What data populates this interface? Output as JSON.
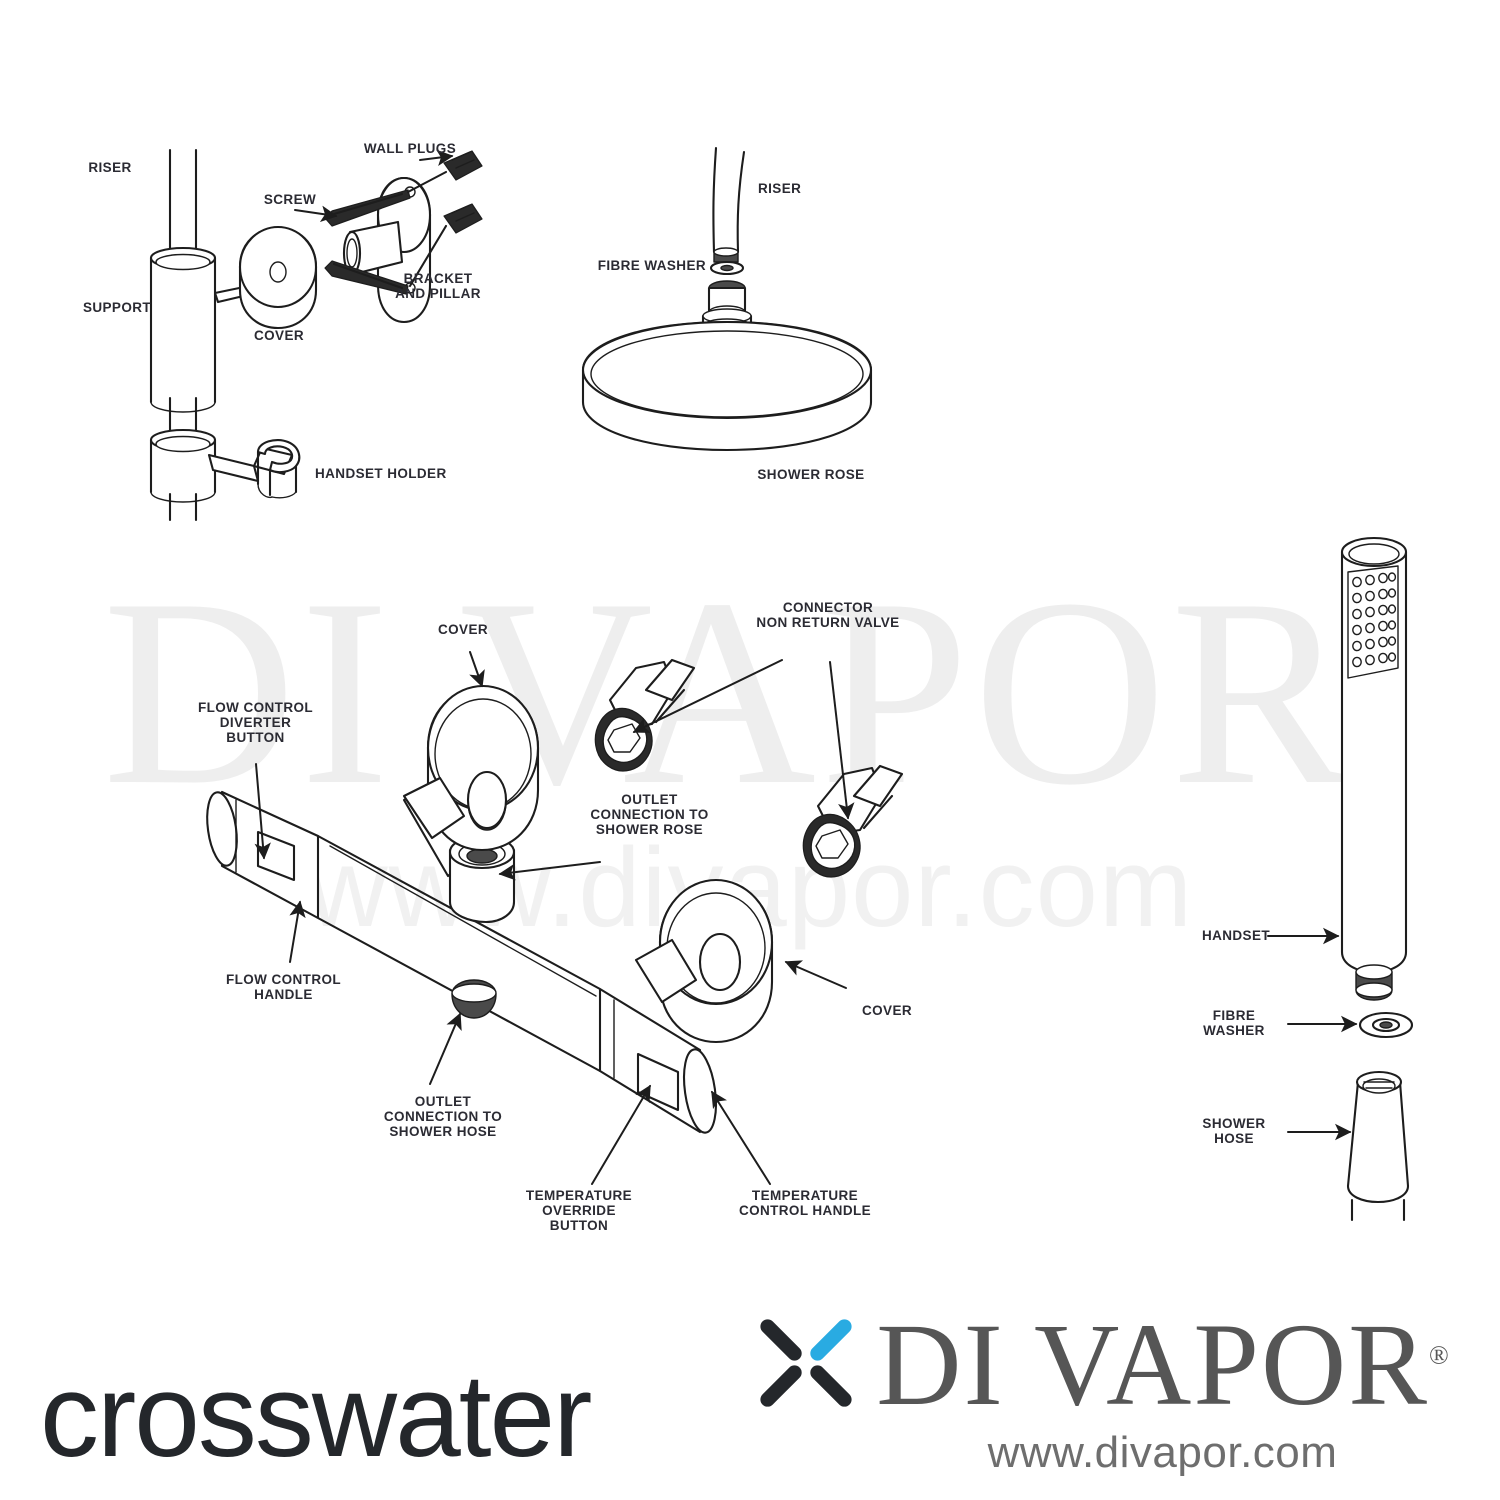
{
  "watermark": {
    "brand": "DI VAPOR",
    "registered": "®",
    "url": "www.divapor.com",
    "color": "#eeeeee"
  },
  "diagram": {
    "title": "Shower valve and riser rail exploded parts diagram",
    "groups": [
      {
        "name": "riser-support-assembly",
        "labels": [
          "RISER",
          "SCREW",
          "WALL PLUGS",
          "BRACKET\nAND PILLAR",
          "SUPPORT",
          "COVER",
          "HANDSET HOLDER"
        ]
      },
      {
        "name": "shower-rose-assembly",
        "labels": [
          "RISER",
          "FIBRE WASHER",
          "SHOWER ROSE"
        ]
      },
      {
        "name": "thermostatic-valve-assembly",
        "labels": [
          "COVER",
          "CONNECTOR\nNON RETURN VALVE",
          "FLOW CONTROL\nDIVERTER\nBUTTON",
          "OUTLET\nCONNECTION TO\nSHOWER ROSE",
          "FLOW CONTROL\nHANDLE",
          "OUTLET\nCONNECTION TO\nSHOWER HOSE",
          "TEMPERATURE\nOVERRIDE\nBUTTON",
          "TEMPERATURE\nCONTROL HANDLE",
          "COVER"
        ]
      },
      {
        "name": "handset-assembly",
        "labels": [
          "HANDSET",
          "FIBRE\nWASHER",
          "SHOWER\nHOSE"
        ]
      }
    ]
  },
  "callouts": {
    "riser_top": "RISER",
    "screw": "SCREW",
    "wall_plugs": "WALL PLUGS",
    "bracket_and_pillar": "BRACKET\nAND PILLAR",
    "support": "SUPPORT",
    "cover_riser": "COVER",
    "handset_holder": "HANDSET HOLDER",
    "riser_rose": "RISER",
    "fibre_washer_rose": "FIBRE WASHER",
    "shower_rose": "SHOWER ROSE",
    "cover_left": "COVER",
    "connector_nrv": "CONNECTOR\nNON RETURN VALVE",
    "flow_control_diverter_button": "FLOW CONTROL\nDIVERTER\nBUTTON",
    "outlet_to_shower_rose": "OUTLET\nCONNECTION TO\nSHOWER ROSE",
    "flow_control_handle": "FLOW CONTROL\nHANDLE",
    "outlet_to_shower_hose": "OUTLET\nCONNECTION TO\nSHOWER HOSE",
    "temperature_override_button": "TEMPERATURE\nOVERRIDE\nBUTTON",
    "temperature_control_handle": "TEMPERATURE\nCONTROL HANDLE",
    "cover_right": "COVER",
    "handset": "HANDSET",
    "fibre_washer_handset": "FIBRE\nWASHER",
    "shower_hose": "SHOWER\nHOSE"
  },
  "footer": {
    "crosswater": {
      "wordmark": "crosswater",
      "x_icon_accent_color": "#29abe2",
      "x_icon_dark_color": "#24272b",
      "wordmark_color": "#24272b"
    },
    "divapor": {
      "wordmark": "DI VAPOR",
      "registered": "®",
      "url": "www.divapor.com",
      "wordmark_color": "#565656",
      "url_color": "#6e6e6e"
    }
  }
}
